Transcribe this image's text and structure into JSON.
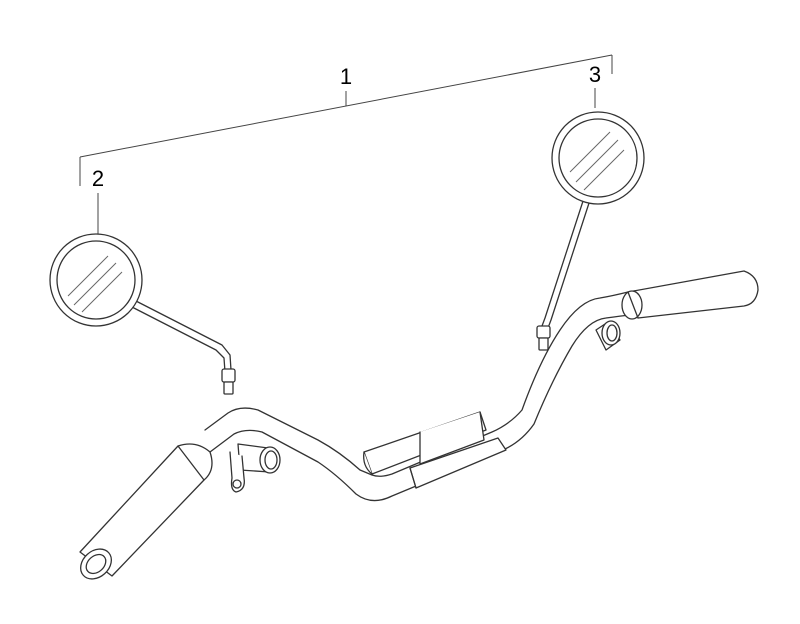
{
  "diagram": {
    "callouts": [
      {
        "id": "assembly",
        "label": "1"
      },
      {
        "id": "left-mirror",
        "label": "2"
      },
      {
        "id": "right-mirror",
        "label": "3"
      }
    ]
  }
}
